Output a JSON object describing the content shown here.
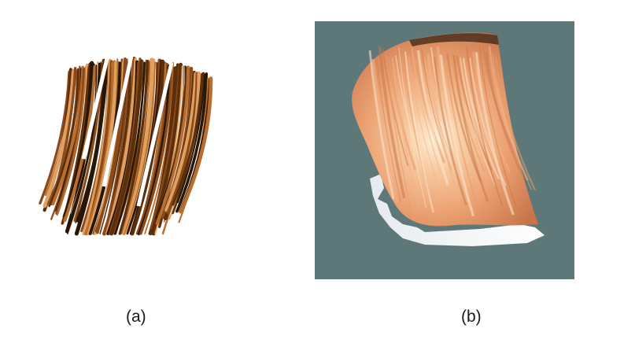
{
  "figure": {
    "panels": [
      {
        "caption": "(a)",
        "content": "strand-based-hair-render",
        "background": "#ffffff",
        "hair_colors": [
          "#2a1606",
          "#5c2f0c",
          "#8a4a1a",
          "#b86e2e",
          "#e0a060"
        ]
      },
      {
        "caption": "(b)",
        "content": "smooth-shaded-hair-render",
        "background": "#5e7879",
        "hair_colors": [
          "#e49a6a",
          "#f3b48a",
          "#fde7cf",
          "#c97a4a"
        ]
      }
    ]
  }
}
